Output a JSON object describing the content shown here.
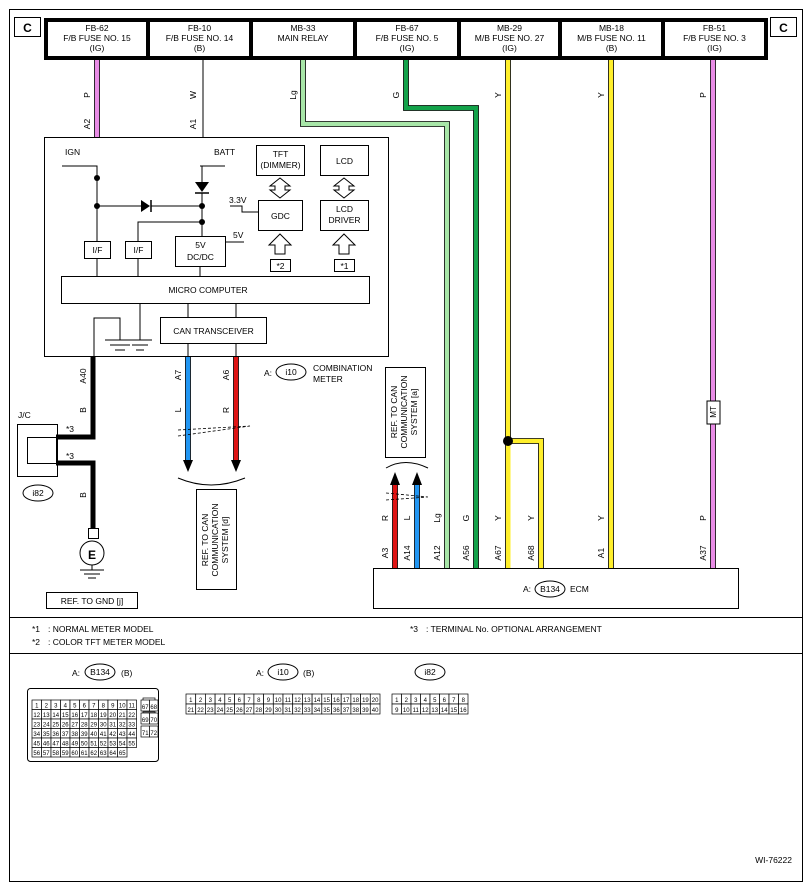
{
  "connector_c": "C",
  "fuses": [
    {
      "id": "FB-62",
      "name": "F/B FUSE NO. 15",
      "sub": "(IG)"
    },
    {
      "id": "FB-10",
      "name": "F/B FUSE NO. 14",
      "sub": "(B)"
    },
    {
      "id": "MB-33",
      "name": "MAIN RELAY",
      "sub": ""
    },
    {
      "id": "FB-67",
      "name": "F/B FUSE NO. 5",
      "sub": "(IG)"
    },
    {
      "id": "MB-29",
      "name": "M/B FUSE NO. 27",
      "sub": "(IG)"
    },
    {
      "id": "MB-18",
      "name": "M/B FUSE NO. 11",
      "sub": "(B)"
    },
    {
      "id": "FB-51",
      "name": "F/B FUSE NO. 3",
      "sub": "(IG)"
    }
  ],
  "wires": {
    "top_colors": [
      "P",
      "W",
      "Lg",
      "G",
      "Y",
      "Y",
      "P"
    ],
    "meter_pins": [
      "A2",
      "A1"
    ],
    "gnd_pin": "A40",
    "gnd_color": "B",
    "jc_color": "B",
    "can_colors": [
      "L",
      "R"
    ],
    "can_pins": [
      "A7",
      "A6"
    ],
    "ecm_colors": [
      "R",
      "L",
      "Lg",
      "G",
      "Y",
      "Y",
      "Y",
      "P"
    ],
    "ecm_pins": [
      "A3",
      "A14",
      "A12",
      "A56",
      "A67",
      "A68",
      "A1",
      "A37"
    ],
    "mt_label": "MT"
  },
  "meter": {
    "ign": "IGN",
    "batt": "BATT",
    "tft": [
      "TFT",
      "(DIMMER)"
    ],
    "lcd": "LCD",
    "v33": "3.3V",
    "gdc": "GDC",
    "lcd_driver": [
      "LCD",
      "DRIVER"
    ],
    "v5": "5V",
    "dcdc": [
      "5V",
      "DC/DC"
    ],
    "if": "I/F",
    "marks": [
      "*2",
      "*1"
    ],
    "micro": "MICRO COMPUTER",
    "can": "CAN TRANSCEIVER",
    "conn_prefix": "A:",
    "conn_code": "i10",
    "title": [
      "COMBINATION",
      "METER"
    ]
  },
  "jc": {
    "label": "J/C",
    "term": "*3",
    "code": "i82"
  },
  "ground": {
    "symbol": "E",
    "ref": "REF. TO GND [j]"
  },
  "can_ref_left": [
    "REF. TO CAN",
    "COMMUNICATION",
    "SYSTEM [d]"
  ],
  "can_ref_right": [
    "REF. TO CAN",
    "COMMUNICATION",
    "SYSTEM [a]"
  ],
  "ecm": {
    "prefix": "A:",
    "code": "B134",
    "name": "ECM"
  },
  "notes": [
    {
      "mark": "*1",
      "text": ": NORMAL METER MODEL"
    },
    {
      "mark": "*2",
      "text": ": COLOR TFT METER MODEL"
    },
    {
      "mark": "*3",
      "text": ": TERMINAL No. OPTIONAL ARRANGEMENT"
    }
  ],
  "connectors": [
    {
      "prefix": "A:",
      "code": "B134",
      "suffix": "(B)"
    },
    {
      "prefix": "A:",
      "code": "i10",
      "suffix": "(B)"
    },
    {
      "prefix": "",
      "code": "i82",
      "suffix": ""
    }
  ],
  "figure_id": "WI-76222",
  "colors": {
    "pink": "#e98ce6",
    "light_green": "#a8e6a8",
    "green": "#13a24a",
    "yellow": "#ffef2b",
    "blue": "#2196f3",
    "red": "#e01414",
    "black": "#000000"
  }
}
